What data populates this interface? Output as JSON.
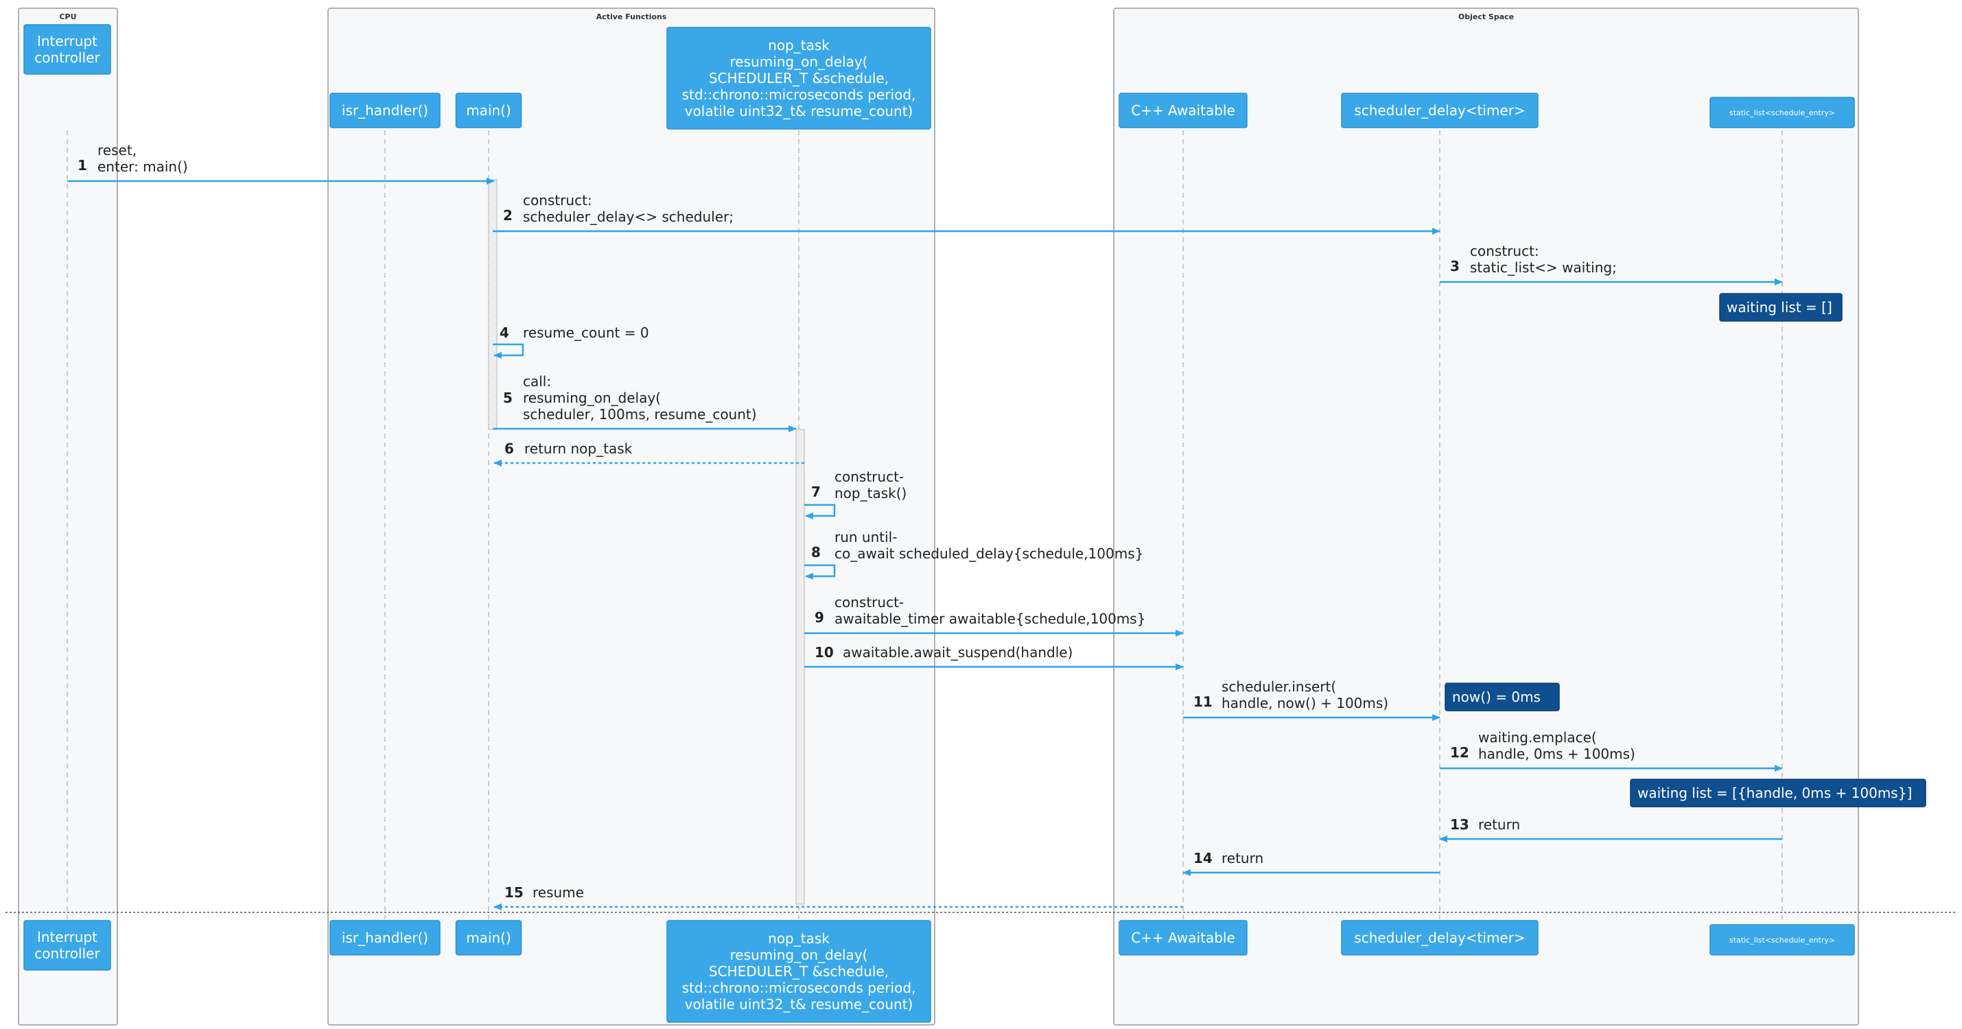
{
  "boxes": [
    {
      "id": "cpu",
      "title": "CPU"
    },
    {
      "id": "active",
      "title": "Active Functions"
    },
    {
      "id": "object",
      "title": "Object Space"
    }
  ],
  "participants": [
    {
      "id": "interrupt-controller",
      "lines": [
        "Interrupt",
        "controller"
      ],
      "size": "normal"
    },
    {
      "id": "isr-handler",
      "lines": [
        "isr_handler()"
      ],
      "size": "normal"
    },
    {
      "id": "main",
      "lines": [
        "main()"
      ],
      "size": "normal"
    },
    {
      "id": "nop-task",
      "lines": [
        "nop_task",
        "resuming_on_delay(",
        "SCHEDULER_T &schedule,",
        "std::chrono::microseconds period,",
        "volatile uint32_t& resume_count)"
      ],
      "size": "normal"
    },
    {
      "id": "cpp-awaitable",
      "lines": [
        "C++ Awaitable"
      ],
      "size": "normal"
    },
    {
      "id": "scheduler-delay",
      "lines": [
        "scheduler_delay<timer>"
      ],
      "size": "normal"
    },
    {
      "id": "static-list",
      "lines": [
        "static_list<schedule_entry>"
      ],
      "size": "small"
    }
  ],
  "messages": [
    {
      "num": "1",
      "lines": [
        "reset,",
        "enter: main()"
      ]
    },
    {
      "num": "2",
      "lines": [
        "construct:",
        "scheduler_delay<> scheduler;"
      ]
    },
    {
      "num": "3",
      "lines": [
        "construct:",
        "static_list<> waiting;"
      ]
    },
    {
      "num": "4",
      "lines": [
        "resume_count = 0"
      ]
    },
    {
      "num": "5",
      "lines": [
        "call:",
        "resuming_on_delay(",
        "      scheduler, 100ms, resume_count)"
      ]
    },
    {
      "num": "6",
      "lines": [
        "return nop_task"
      ]
    },
    {
      "num": "7",
      "lines": [
        "construct-",
        "nop_task()"
      ]
    },
    {
      "num": "8",
      "lines": [
        "run until-",
        "co_await scheduled_delay{schedule,100ms}"
      ]
    },
    {
      "num": "9",
      "lines": [
        "construct-",
        "awaitable_timer awaitable{schedule,100ms}"
      ]
    },
    {
      "num": "10",
      "lines": [
        "awaitable.await_suspend(handle)"
      ]
    },
    {
      "num": "11",
      "lines": [
        "scheduler.insert(",
        "      handle, now() + 100ms)"
      ]
    },
    {
      "num": "12",
      "lines": [
        "waiting.emplace(",
        "      handle, 0ms + 100ms)"
      ]
    },
    {
      "num": "13",
      "lines": [
        "return"
      ]
    },
    {
      "num": "14",
      "lines": [
        "return"
      ]
    },
    {
      "num": "15",
      "lines": [
        "resume"
      ]
    }
  ],
  "notes": [
    {
      "id": "waiting-empty",
      "text": "waiting list = []"
    },
    {
      "id": "now-zero",
      "text": "now() = 0ms"
    },
    {
      "id": "waiting-filled",
      "text": "waiting list = [{handle, 0ms + 100ms}]"
    }
  ],
  "colors": {
    "participant": "#3aa8e8",
    "participant_border": "#2a8fd0",
    "arrow": "#2ea3e8",
    "note": "#0f4f8f",
    "box_fill": "#f6f8fa",
    "box_border": "#999999",
    "lifeline": "#bbbbbb",
    "activation": "#eeeeee"
  }
}
